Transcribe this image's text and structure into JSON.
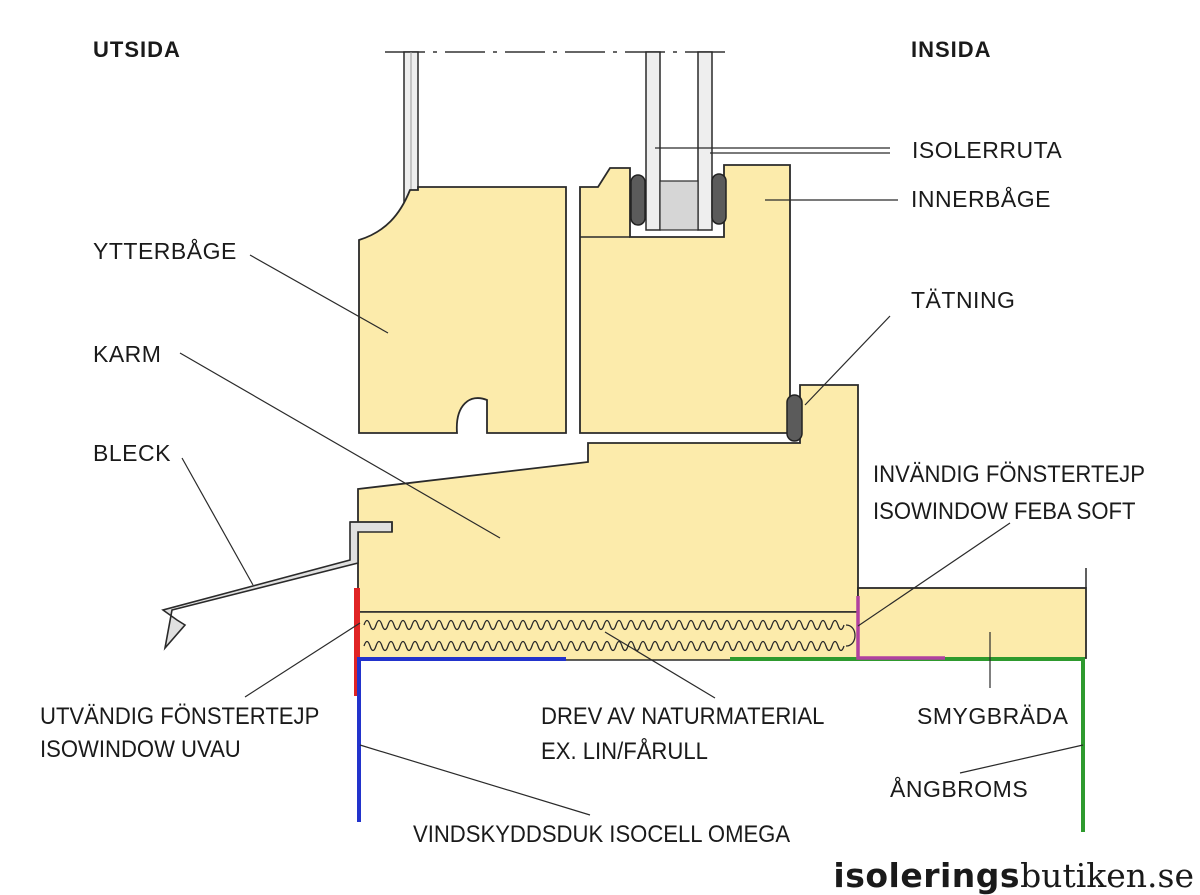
{
  "diagram": {
    "headers": {
      "outside": "UTSIDA",
      "inside": "INSIDA"
    },
    "labels": {
      "isolerruta": "ISOLERRUTA",
      "innerbage": "INNERBÅGE",
      "ytterbage": "YTTERBÅGE",
      "tatning": "TÄTNING",
      "karm": "KARM",
      "bleck": "BLECK",
      "invandig_line1": "INVÄNDIG FÖNSTERTEJP",
      "invandig_line2": "ISOWINDOW FEBA SOFT",
      "utvandig_line1": "UTVÄNDIG FÖNSTERTEJP",
      "utvandig_line2": "ISOWINDOW UVAU",
      "drev_line1": "DREV AV NATURMATERIAL",
      "drev_line2": "EX. LIN/FÅRULL",
      "smygbrada": "SMYGBRÄDA",
      "angbroms": "ÅNGBROMS",
      "vindskyddsduk": "VINDSKYDDSDUK ISOCELL OMEGA"
    },
    "colors": {
      "wood": "#fcebab",
      "outline": "#2a2a2a",
      "glass": "#e6e6e6",
      "gasket": "#5b5b5b",
      "tape_outer": "#e02424",
      "wind_barrier": "#2233cc",
      "vapour_barrier": "#2e9a2e",
      "tape_inner": "#b040a0"
    }
  },
  "logo": {
    "part1": "isolerings",
    "part2": "butiken.se"
  }
}
